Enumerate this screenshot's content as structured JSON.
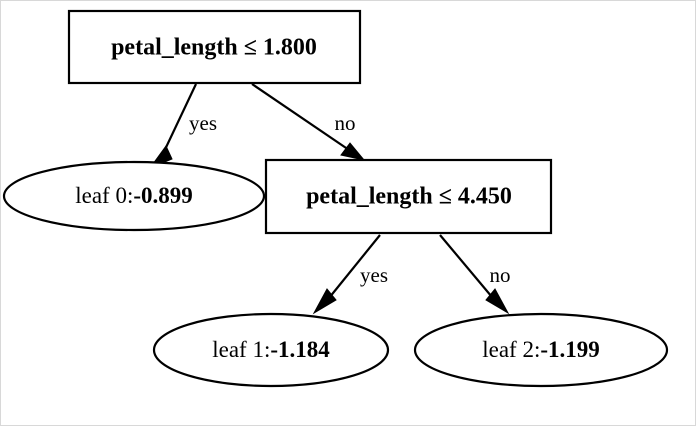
{
  "diagram": {
    "type": "decision-tree",
    "title": "",
    "nodes": [
      {
        "id": "root",
        "shape": "box",
        "kind": "split",
        "feature": "petal_length",
        "operator": "≤",
        "threshold": "1.800",
        "label": "petal_length ≤ 1.800"
      },
      {
        "id": "leaf0",
        "shape": "ellipse",
        "kind": "leaf",
        "name": "leaf 0",
        "separator": ":",
        "value": "-0.899",
        "label": "leaf 0:-0.899"
      },
      {
        "id": "split2",
        "shape": "box",
        "kind": "split",
        "feature": "petal_length",
        "operator": "≤",
        "threshold": "4.450",
        "label": "petal_length ≤ 4.450"
      },
      {
        "id": "leaf1",
        "shape": "ellipse",
        "kind": "leaf",
        "name": "leaf 1",
        "separator": ":",
        "value": "-1.184",
        "label": "leaf 1:-1.184"
      },
      {
        "id": "leaf2",
        "shape": "ellipse",
        "kind": "leaf",
        "name": "leaf 2",
        "separator": ":",
        "value": "-1.199",
        "label": "leaf 2:-1.199"
      }
    ],
    "edges": [
      {
        "from": "root",
        "to": "leaf0",
        "label": "yes"
      },
      {
        "from": "root",
        "to": "split2",
        "label": "no"
      },
      {
        "from": "split2",
        "to": "leaf1",
        "label": "yes"
      },
      {
        "from": "split2",
        "to": "leaf2",
        "label": "no"
      }
    ],
    "colors": {
      "background": "#ffffff",
      "stroke": "#000000",
      "text": "#000000",
      "frame": "#d8d8d8"
    }
  }
}
